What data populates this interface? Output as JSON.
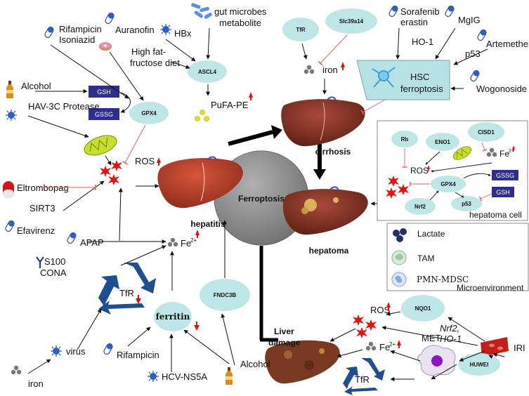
{
  "center": {
    "label": "Ferroptosis"
  },
  "organs": {
    "hepatitis": "hepatitis",
    "cirrhosis": "cirrhosis",
    "hepatoma": "hepatoma",
    "liver_damage_line1": "Liver",
    "liver_damage_line2": "damage"
  },
  "hepatitis_factors": {
    "rifampicin_isoniazid_line1": "Rifampicin",
    "rifampicin_isoniazid_line2": "Isoniazid",
    "auranofin": "Auranofin",
    "hbx": "HBx",
    "gut_microbes_line1": "gut microbes",
    "gut_microbes_line2": "metabolite",
    "high_fat_line1": "High fat-",
    "high_fat_line2": "fructose diet",
    "alcohol": "Alcohol",
    "gsh": "GSH",
    "gssg": "GSSG",
    "hav": "HAV-3C Protease",
    "gpx4": "GPX4",
    "ascl4": "ASCL4",
    "pufa": "PuFA-PE",
    "ros": "ROS",
    "eltrombopag": "Eltrombopag",
    "sirt3": "SIRT3",
    "efavirenz": "Efavirenz",
    "apap": "APAP",
    "s100": "S100",
    "cona": "CONA",
    "fe": "Fe",
    "fe_sup": "2+",
    "tfr": "TfR",
    "ferritin": "ferritin",
    "fndc3b": "FNDC3B",
    "virus": "virus",
    "iron": "iron",
    "rifampicin": "Rifampicin",
    "hcv": "HCV-NS5A",
    "alcohol2": "Alcohol"
  },
  "cirrhosis_factors": {
    "tfr": "TfR",
    "slc": "Slc39a14",
    "iron": "iron",
    "sorafenib_line1": "Sorafenib",
    "sorafenib_line2": "erastin",
    "mgig": "MgIG",
    "ho1": "HO-1",
    "artemether": "Artemether",
    "p53": "p53",
    "hsc_line1": "HSC",
    "hsc_line2": "ferroptosis",
    "wogonoside": "Wogonoside"
  },
  "hepatoma_cell": {
    "rb": "Rb",
    "eno1": "ENO1",
    "cisd1": "CISD1",
    "fe": "Fe",
    "fe_sup": "2+",
    "ros": "ROS",
    "gpx4": "GPX4",
    "gssg": "GSSG",
    "gsh": "GSH",
    "nrf2": "Nrf2",
    "p53": "p53",
    "caption": "hepatoma cell"
  },
  "microenvironment": {
    "lactate": "Lactate",
    "tam": "TAM",
    "pmn": "PMN-MDSC",
    "caption": "Microenvironment"
  },
  "liver_damage_factors": {
    "ros": "ROS",
    "nqo1": "NQO1",
    "nrf2_line1": "Nrf2,",
    "nrf2_line2": "HO-1",
    "iri": "IRI",
    "fe": "Fe",
    "fe_sup": "2+",
    "met": "MET",
    "tfr": "TfR",
    "huwei": "HUWEI"
  },
  "colors": {
    "ellipse": "#bfe6e6",
    "navy_box": "#2e2e8c",
    "liver": "#b0402a",
    "arrow_inhibit": "#e06060",
    "up_arrow": "#e01010",
    "recycle": "#1f4f8f"
  }
}
